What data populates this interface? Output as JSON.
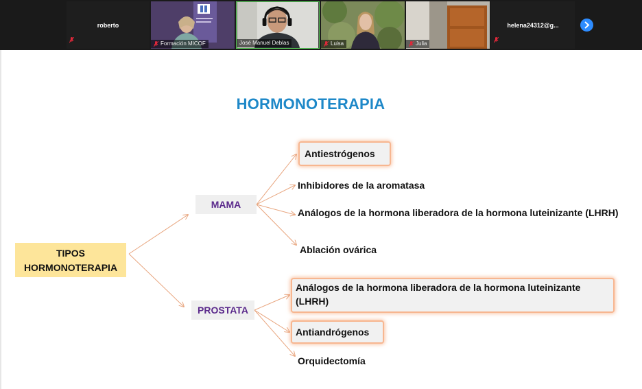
{
  "meeting": {
    "participants": [
      {
        "display": "roberto",
        "caption": "",
        "video": false,
        "muted": true
      },
      {
        "display": "",
        "caption": "Formación MICOF",
        "video": true,
        "muted": true
      },
      {
        "display": "",
        "caption": "José Manuel Deblas",
        "video": true,
        "muted": false
      },
      {
        "display": "",
        "caption": "Luisa",
        "video": true,
        "muted": true
      },
      {
        "display": "",
        "caption": "Julia",
        "video": true,
        "muted": true
      },
      {
        "display": "helena24312@g...",
        "caption": "",
        "video": false,
        "muted": true
      }
    ],
    "next_icon": "chevron-right-icon",
    "accent": "#2d8cff"
  },
  "slide": {
    "title": "HORMONOTERAPIA",
    "root": {
      "line1": "TIPOS",
      "line2": "HORMONOTERAPIA"
    },
    "mama": {
      "label": "MAMA",
      "items": [
        "Antiestrógenos",
        "Inhibidores de la aromatasa",
        "Análogos de la hormona liberadora de la hormona luteinizante (LHRH)",
        "Ablación ovárica"
      ]
    },
    "prostata": {
      "label": "PROSTATA",
      "items": [
        "Análogos de la hormona liberadora de la hormona luteinizante (LHRH)",
        "Antiandrógenos",
        "Orquidectomía"
      ]
    },
    "colors": {
      "title": "#1e88c8",
      "category": "#5b2a8c",
      "root_bg": "#fde59a",
      "arrow": "#e8a57e",
      "highlight": "#f7b690"
    }
  }
}
